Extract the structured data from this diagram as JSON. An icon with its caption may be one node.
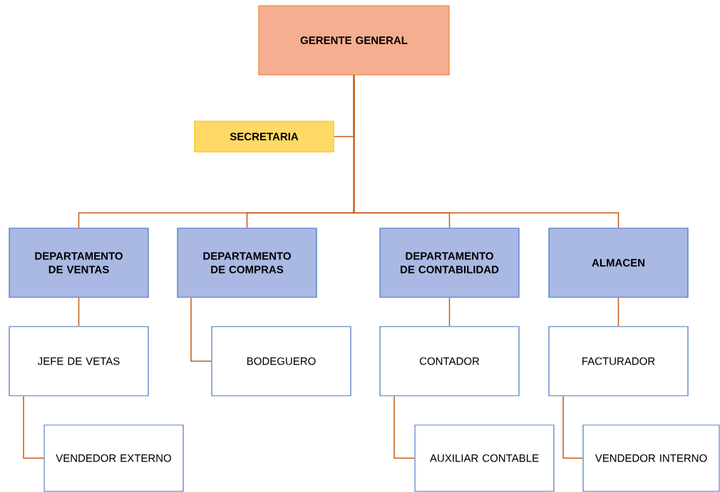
{
  "diagram": {
    "nodes": [
      {
        "text": [
          "GERENTE GENERAL"
        ]
      },
      {
        "text": [
          "SECRETARIA"
        ]
      },
      {
        "text": [
          "DEPARTAMENTO DE VENTAS"
        ]
      },
      {
        "text": [
          "DEPARTAMENTO DE COMPRAS"
        ]
      },
      {
        "text": [
          "DEPARTAMENTO DE CONTABILIDAD"
        ]
      },
      {
        "text": [
          "ALMACEN"
        ]
      },
      {
        "text": [
          "JEFE DE VETAS"
        ]
      },
      {
        "text": [
          "BODEGUERO"
        ]
      },
      {
        "text": [
          "CONTADOR"
        ]
      },
      {
        "text": [
          "FACTURADOR"
        ]
      },
      {
        "text": [
          "VENDEDOR EXTERNO"
        ]
      },
      {
        "text": [
          "AUXILIAR CONTABLE"
        ]
      },
      {
        "text": [
          "VENDEDOR INTERNO"
        ]
      }
    ],
    "edges": [
      {
        "from": 0,
        "to": 1,
        "arrow": "none"
      },
      {
        "from": 0,
        "to": 2,
        "arrow": "none"
      },
      {
        "from": 0,
        "to": 3,
        "arrow": "none"
      },
      {
        "from": 0,
        "to": 4,
        "arrow": "none"
      },
      {
        "from": 0,
        "to": 5,
        "arrow": "none"
      },
      {
        "from": 2,
        "to": 6,
        "arrow": "none"
      },
      {
        "from": 3,
        "to": 7,
        "arrow": "none"
      },
      {
        "from": 4,
        "to": 8,
        "arrow": "none"
      },
      {
        "from": 5,
        "to": 9,
        "arrow": "none"
      },
      {
        "from": 6,
        "to": 10,
        "arrow": "none"
      },
      {
        "from": 8,
        "to": 11,
        "arrow": "none"
      },
      {
        "from": 9,
        "to": 12,
        "arrow": "none"
      }
    ]
  }
}
